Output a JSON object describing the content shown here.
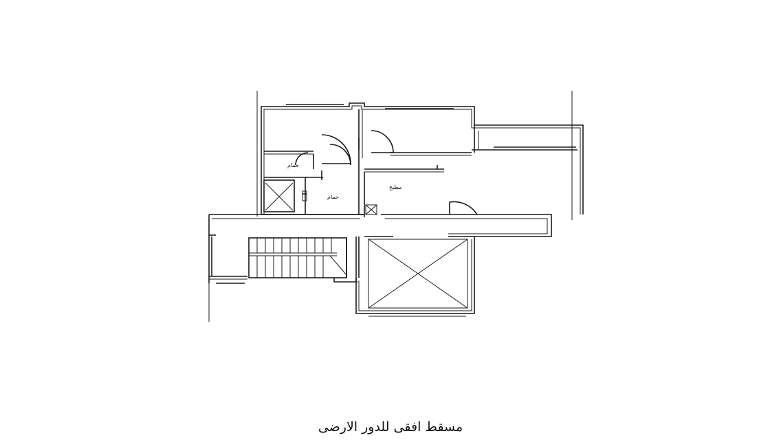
{
  "caption": "مسقط افقى للدور الارضى",
  "room_labels": {
    "bath_1": "حمام",
    "bath_2": "حمام",
    "kitchen": "مطبخ"
  }
}
